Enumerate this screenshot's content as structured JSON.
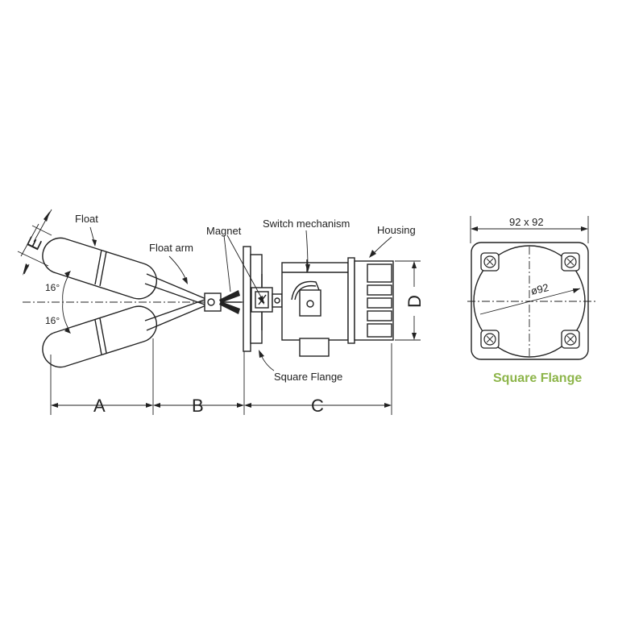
{
  "labels": {
    "float": "Float",
    "float_arm": "Float arm",
    "magnet": "Magnet",
    "switch_mechanism": "Switch mechanism",
    "housing": "Housing",
    "square_flange": "Square Flange",
    "angle_top": "16°",
    "angle_bottom": "16°",
    "dim_a": "A",
    "dim_b": "B",
    "dim_c": "C",
    "dim_d": "D",
    "dim_e": "E",
    "flange_size": "92 x 92",
    "bolt_circle": "ø92",
    "flange_view_title": "Square Flange"
  },
  "colors": {
    "line": "#222222",
    "title_green": "#8db54a"
  }
}
